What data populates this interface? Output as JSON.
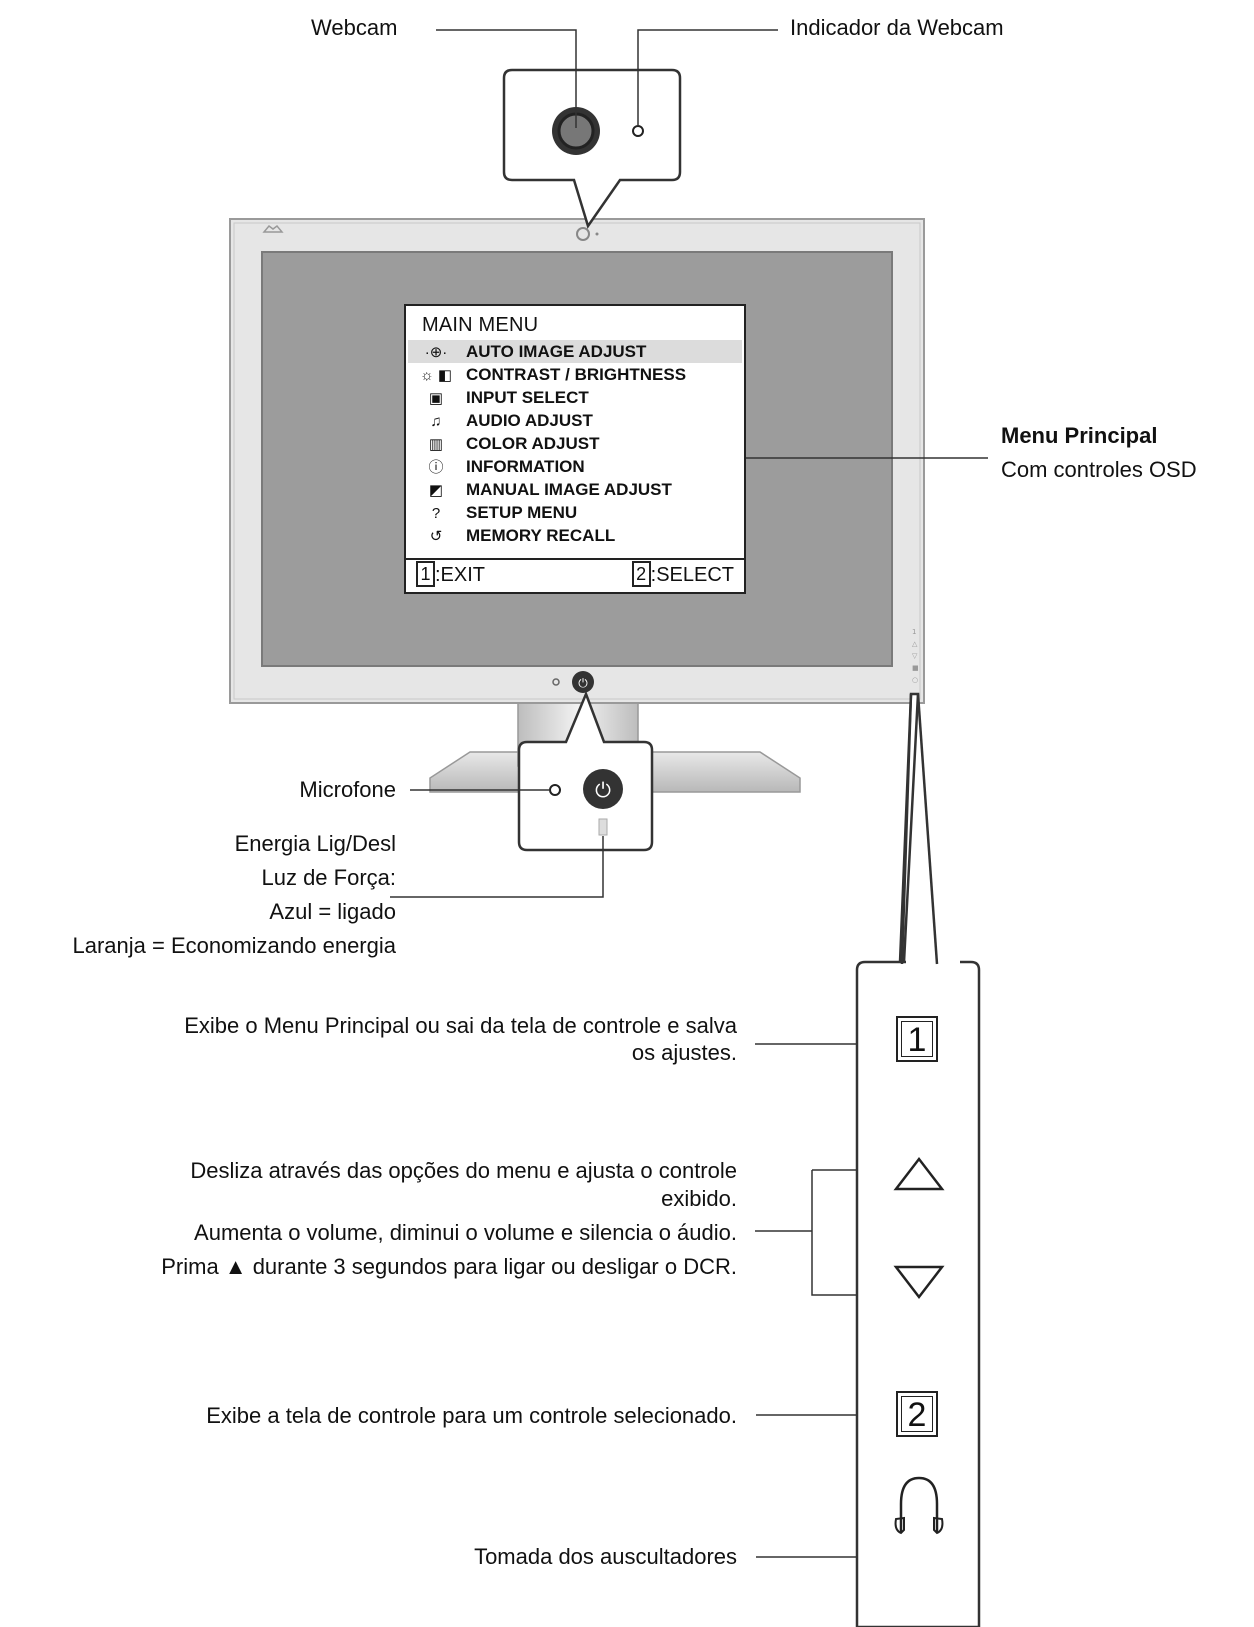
{
  "labels": {
    "webcam": "Webcam",
    "webcam_indicator": "Indicador da Webcam",
    "main_menu_title": "Menu Principal",
    "main_menu_sub": "Com controles OSD",
    "microphone": "Microfone",
    "power_1": "Energia Lig/Desl",
    "power_2": "Luz de Força:",
    "power_3": "Azul = ligado",
    "power_4": "Laranja = Economizando energia",
    "btn1_a": "Exibe o Menu Principal ou sai da tela de controle e salva",
    "btn1_b": "os ajustes.",
    "arrows_a": "Desliza através das opções do menu e ajusta o controle",
    "arrows_b": "exibido.",
    "arrows_c": "Aumenta o volume, diminui o volume e silencia o áudio.",
    "arrows_d": "Prima ▲ durante 3 segundos para ligar ou desligar o DCR.",
    "btn2": "Exibe a tela de controle para um controle selecionado.",
    "headphone": "Tomada dos auscultadores"
  },
  "osd": {
    "title": "MAIN MENU",
    "items": [
      {
        "icon": "·⊕·",
        "label": "AUTO IMAGE ADJUST"
      },
      {
        "icon": "☼ ◧",
        "label": "CONTRAST / BRIGHTNESS"
      },
      {
        "icon": "▣",
        "label": "INPUT SELECT"
      },
      {
        "icon": "♫",
        "label": "AUDIO ADJUST"
      },
      {
        "icon": "▥",
        "label": "COLOR ADJUST"
      },
      {
        "icon": "ⓘ",
        "label": "INFORMATION"
      },
      {
        "icon": "◩",
        "label": "MANUAL IMAGE ADJUST"
      },
      {
        "icon": "?",
        "label": "SETUP MENU"
      },
      {
        "icon": "↺",
        "label": "MEMORY RECALL"
      }
    ],
    "exit_key": "1",
    "exit_label": ":EXIT",
    "select_key": "2",
    "select_label": ":SELECT"
  },
  "buttons": {
    "btn1": "1",
    "btn2": "2"
  },
  "icons": [
    "webcam-lens-icon",
    "indicator-dot-icon",
    "power-icon",
    "microphone-icon",
    "up-triangle-icon",
    "down-triangle-icon",
    "headphone-icon"
  ]
}
